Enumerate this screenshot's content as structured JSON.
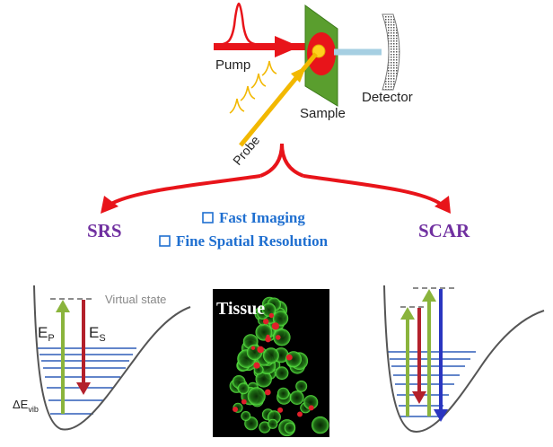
{
  "setup": {
    "pump_label": "Pump",
    "probe_label": "Probe",
    "sample_label": "Sample",
    "detector_label": "Detector"
  },
  "methods": {
    "left": "SRS",
    "right": "SCAR"
  },
  "features": {
    "item1": "Fast Imaging",
    "item2": "Fine Spatial Resolution",
    "bullet_icon": "hollow-square"
  },
  "srs_diagram": {
    "virtual_state_label": "Virtual state",
    "ep_main": "E",
    "ep_sub": "P",
    "es_main": "E",
    "es_sub": "S",
    "dE_main": "ΔE",
    "dE_sub": "vib"
  },
  "tissue": {
    "label": "Tissue"
  },
  "colors": {
    "pump_red": "#e8141a",
    "probe_yellow": "#f2b800",
    "method_purple": "#7030a0",
    "feature_blue": "#1f6fd0",
    "level_blue": "#2e5db8",
    "arrow_green": "#8ab43c",
    "arrow_darkred": "#b3202b",
    "arrow_blue": "#2a35c0",
    "sample_green": "#5a9e2e",
    "cell_green": "#3fbf2e"
  }
}
